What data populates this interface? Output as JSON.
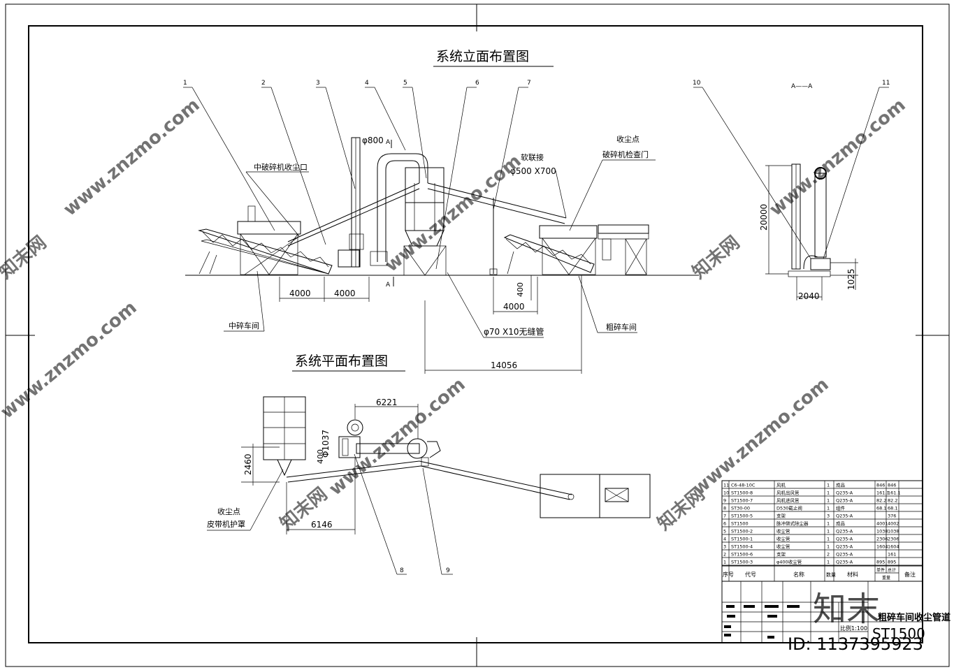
{
  "titles": {
    "elevation": "系统立面布置图",
    "plan": "系统平面布置图"
  },
  "callouts": [
    "1",
    "2",
    "3",
    "4",
    "5",
    "6",
    "7",
    "8",
    "9",
    "10",
    "11"
  ],
  "section": {
    "mark": "A",
    "label": "A——A"
  },
  "labels": {
    "mid_crush_inlet": "中破碎机收尘口",
    "mid_crush_workshop": "中碎车间",
    "coarse_crush_workshop": "粗碎车间",
    "soft_joint": "软联接",
    "soft_joint_size": "φ500 X700",
    "dust_point": "收尘点",
    "crusher_door": "破碎机检查门",
    "pipe_spec": "φ70 X10无缝管",
    "dia_800": "φ800",
    "belt_dust_point": "收尘点",
    "belt_cover": "皮带机护罩"
  },
  "dimensions": {
    "d4000a": "4000",
    "d4000b": "4000",
    "d4000c": "4000",
    "d400": "400",
    "d14056": "14056",
    "d20000": "20000",
    "d2040": "2040",
    "d1025": "1025",
    "d6221": "6221",
    "d2460": "2460",
    "d6146": "6146",
    "d_plan_v": "Φ1037",
    "d_plan_v2": "400"
  },
  "bom": {
    "rows": [
      {
        "no": "11",
        "code": "C6-48-10C",
        "name": "风机",
        "qty": "1",
        "mat": "成品",
        "w1": "846",
        "w2": "846"
      },
      {
        "no": "10",
        "code": "ST1500-8",
        "name": "风机出风管",
        "qty": "1",
        "mat": "Q235-A",
        "w1": "161.1",
        "w2": "161.1"
      },
      {
        "no": "9",
        "code": "ST1500-7",
        "name": "风机进风管",
        "qty": "1",
        "mat": "Q235-A",
        "w1": "82.2",
        "w2": "82.2"
      },
      {
        "no": "8",
        "code": "ST30-00",
        "name": "D530截止阀",
        "qty": "1",
        "mat": "组件",
        "w1": "68.1",
        "w2": "68.1"
      },
      {
        "no": "7",
        "code": "ST1500-5",
        "name": "支架",
        "qty": "3",
        "mat": "Q235-A",
        "w1": "",
        "w2": "376"
      },
      {
        "no": "6",
        "code": "ST1500",
        "name": "脉冲袋式除尘器",
        "qty": "1",
        "mat": "成品",
        "w1": "4001",
        "w2": "4002"
      },
      {
        "no": "5",
        "code": "ST1500-2",
        "name": "收尘管",
        "qty": "1",
        "mat": "Q235-A",
        "w1": "1038",
        "w2": "1038"
      },
      {
        "no": "4",
        "code": "ST1500-1",
        "name": "收尘管",
        "qty": "1",
        "mat": "Q235-A",
        "w1": "2306",
        "w2": "2306"
      },
      {
        "no": "3",
        "code": "ST1500-4",
        "name": "收尘管",
        "qty": "1",
        "mat": "Q235-A",
        "w1": "1604",
        "w2": "1604"
      },
      {
        "no": "2",
        "code": "ST1500-6",
        "name": "支架",
        "qty": "2",
        "mat": "Q235-A",
        "w1": "",
        "w2": "161"
      },
      {
        "no": "1",
        "code": "ST1500-3",
        "name": "φ400收尘管",
        "qty": "1",
        "mat": "Q235-A",
        "w1": "895",
        "w2": "895"
      }
    ],
    "header": {
      "no": "序号",
      "code": "代号",
      "name": "名称",
      "qty": "数量",
      "mat": "材料",
      "w1": "单件",
      "w2": "总计",
      "weight": "重量",
      "remark": "备注"
    }
  },
  "title_block": {
    "scale": "比例1:100",
    "drawing_no": "ST1500",
    "drawing_name": "粗碎车间收尘管道"
  },
  "watermarks": {
    "site": "www.znzmo.com",
    "brand": "知末网",
    "id": "ID: 1137395923",
    "logo": "知末"
  }
}
